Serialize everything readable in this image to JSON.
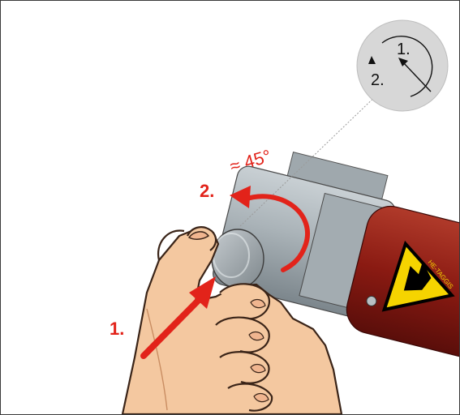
{
  "detail_circle": {
    "step1": "1.",
    "step2": "2."
  },
  "steps": {
    "push_label": "1.",
    "rotate_label": "2.",
    "angle_label": "≈ 45°"
  },
  "colors": {
    "arrow_red": "#e2231a",
    "tool_metal": "#aeb6bb",
    "tool_red": "#8a1a12",
    "skin": "#f4c8a0",
    "warning_yellow": "#f5d400",
    "detail_circle_fill": "#d7d7d7"
  },
  "icons": {
    "warning_label": "hand-crush-warning-icon"
  }
}
